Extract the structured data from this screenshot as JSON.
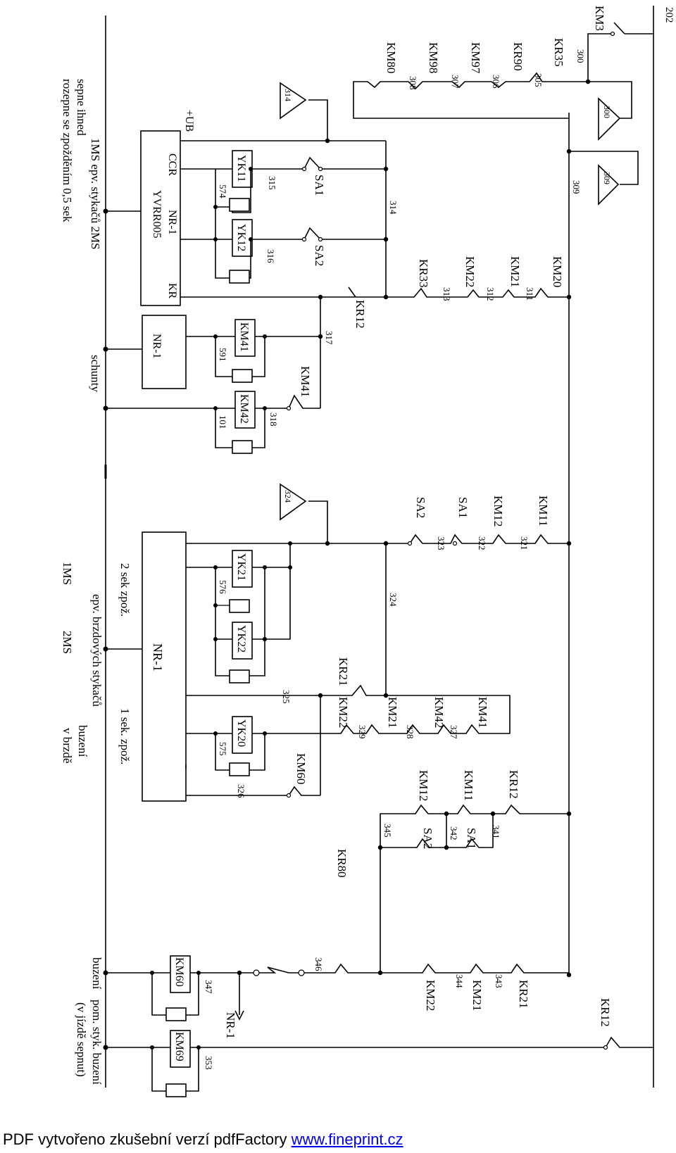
{
  "labels": {
    "n202": "202",
    "KM3": "KM3",
    "n300": "300",
    "KR35": "KR35",
    "n305": "305",
    "KR90": "KR90",
    "n306": "306",
    "KM97": "KM97",
    "n307": "307",
    "KM98": "KM98",
    "n308": "308",
    "KM80": "KM80",
    "ref300": "300",
    "ref309": "309",
    "ref314": "314",
    "ref324": "324",
    "n309": "309",
    "KM20": "KM20",
    "n311": "311",
    "KM21a": "KM21",
    "n312": "312",
    "KM22a": "KM22",
    "n313": "313",
    "KR33": "KR33",
    "n314": "314",
    "SA1a": "SA1",
    "n315": "315",
    "SA2a": "SA2",
    "n316": "316",
    "YK11": "YK11",
    "n574": "574",
    "YK12": "YK12",
    "KR12a": "KR12",
    "n317": "317",
    "KM41a": "KM41",
    "n318": "318",
    "KM41coil": "KM41",
    "n591": "591",
    "KM42coil": "KM42",
    "n101": "101",
    "UB": "+UB",
    "CCR": "CCR",
    "KRport": "KR",
    "NR1a": "NR-1",
    "YVRR005": "YVRR005",
    "NR1b": "NR-1",
    "desc1a": "1MS  epv. stykačů 2MS",
    "desc1b": "sepne ihned",
    "desc1c": "rozepne se zpožděním 0,5 sek",
    "schunty": "schunty",
    "KM11a": "KM11",
    "n321": "321",
    "KM12a": "KM12",
    "n322": "322",
    "SA1b": "SA1",
    "n323": "323",
    "SA2b": "SA2",
    "n324": "324",
    "YK21": "YK21",
    "n576": "576",
    "YK22": "YK22",
    "YK20": "YK20",
    "n575": "575",
    "NR1c": "NR-1",
    "d2sek": "2 sek zpož.",
    "d1sek": "1 sek. zpož.",
    "desc2a": "1MS",
    "desc2b": "epv. brzdových stykačů",
    "desc2c": "2MS",
    "buzeni1": "buzení",
    "vbrzde": "v brzdě",
    "KR21a": "KR21",
    "n325": "325",
    "KM22b": "KM22",
    "n329": "329",
    "KM21b": "KM21",
    "n328": "328",
    "KM42a": "KM42",
    "n327": "327",
    "KM41b": "KM41",
    "KM60a": "KM60",
    "n326": "326",
    "KR12b": "KR12",
    "n341": "341",
    "KM11b": "KM11",
    "SA1c": "SA1",
    "n342": "342",
    "KM12b": "KM12",
    "SA2c": "SA2",
    "n345": "345",
    "KR21b": "KR21",
    "n343": "343",
    "KM21c": "KM21",
    "n344": "344",
    "KM22c": "KM22",
    "KR80": "KR80",
    "n346": "346",
    "NR1d": "NR-1",
    "n347": "347",
    "KM60coil": "KM60",
    "buzeni2": "buzení",
    "KR12c": "KR12",
    "KM69": "KM69",
    "n353": "353",
    "pom1": "pom. styk. buzení",
    "pom2": "(v jízdě sepnut)"
  },
  "footer": {
    "text": "PDF vytvořeno zkušební verzí pdfFactory ",
    "link": "www.fineprint.cz"
  }
}
